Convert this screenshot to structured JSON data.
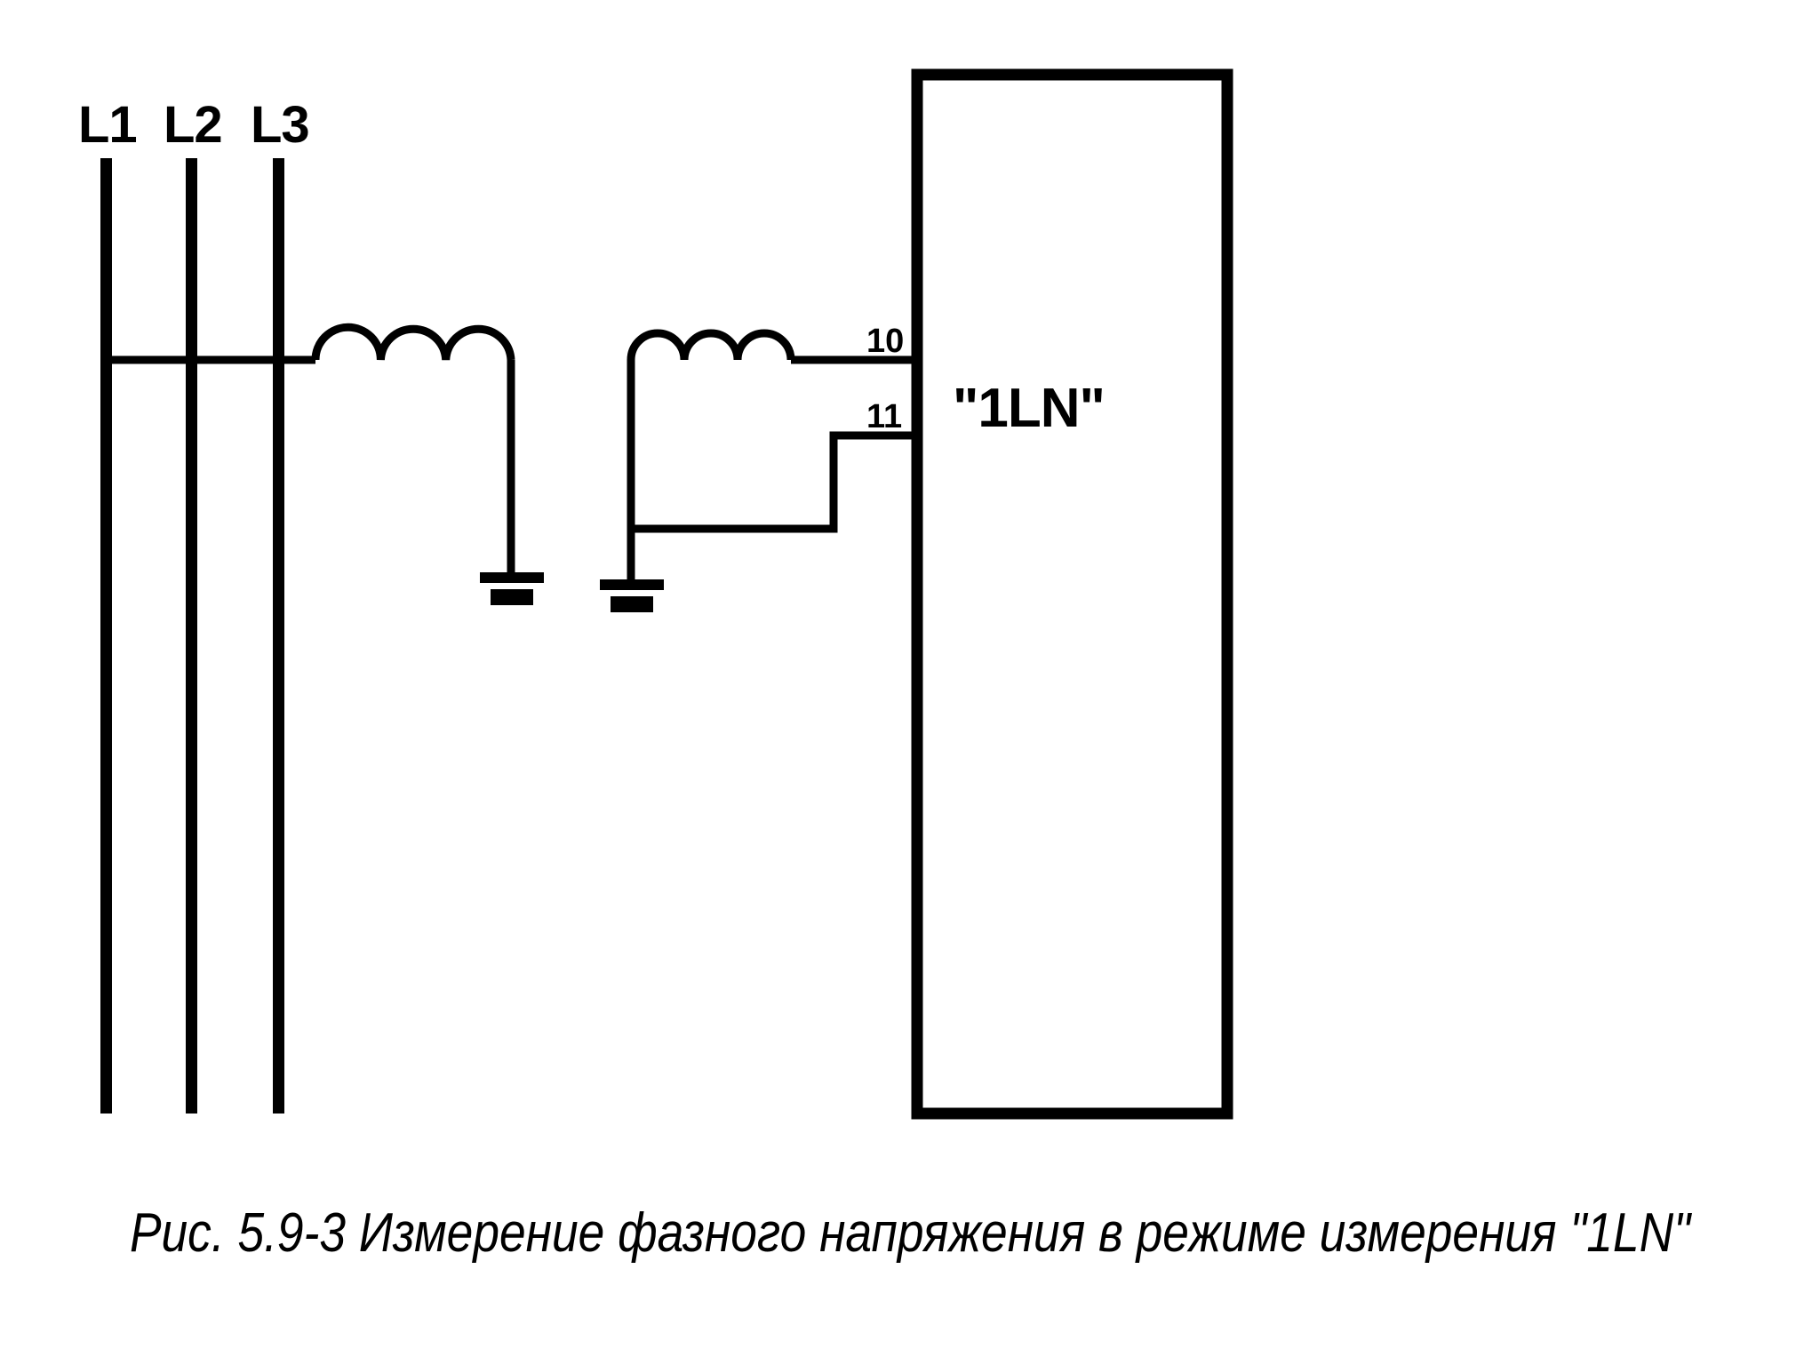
{
  "figure": {
    "caption": "Рис. 5.9-3 Измерение фазного напряжения в режиме измерения \"1LN\"",
    "background_color": "#ffffff",
    "line_color": "#000000"
  },
  "phases": [
    {
      "label": "L1",
      "tapped": true
    },
    {
      "label": "L2",
      "tapped": false
    },
    {
      "label": "L3",
      "tapped": false
    }
  ],
  "transformer": {
    "primary_winding": {
      "name": "primary-coil",
      "turns": 3,
      "grounded": true
    },
    "secondary_winding": {
      "name": "secondary-coil",
      "turns": 3,
      "grounded": true
    }
  },
  "terminals": [
    {
      "label": "10",
      "connects_to": "secondary-coil-right"
    },
    {
      "label": "11",
      "connects_to": "secondary-coil-left-ground-leg"
    }
  ],
  "device": {
    "label": "\"1LN\"",
    "name": "measuring-device-block"
  },
  "grounds": [
    {
      "name": "ground-primary"
    },
    {
      "name": "ground-secondary"
    }
  ],
  "chart_data": {
    "type": "diagram",
    "title": "Рис. 5.9-3 Измерение фазного напряжения в режиме измерения \"1LN\"",
    "nodes": [
      {
        "id": "L1",
        "type": "busbar",
        "label": "L1"
      },
      {
        "id": "L2",
        "type": "busbar",
        "label": "L2"
      },
      {
        "id": "L3",
        "type": "busbar",
        "label": "L3"
      },
      {
        "id": "primary-coil",
        "type": "winding",
        "turns": 3
      },
      {
        "id": "secondary-coil",
        "type": "winding",
        "turns": 3
      },
      {
        "id": "ground-primary",
        "type": "earth"
      },
      {
        "id": "ground-secondary",
        "type": "earth"
      },
      {
        "id": "terminal-10",
        "type": "terminal",
        "label": "10"
      },
      {
        "id": "terminal-11",
        "type": "terminal",
        "label": "11"
      },
      {
        "id": "device",
        "type": "block",
        "label": "\"1LN\""
      }
    ],
    "edges": [
      {
        "from": "L1",
        "to": "primary-coil"
      },
      {
        "from": "primary-coil",
        "to": "ground-primary"
      },
      {
        "from": "secondary-coil",
        "to": "terminal-10"
      },
      {
        "from": "secondary-coil",
        "to": "ground-secondary"
      },
      {
        "from": "ground-secondary",
        "to": "terminal-11"
      },
      {
        "from": "terminal-10",
        "to": "device"
      },
      {
        "from": "terminal-11",
        "to": "device"
      }
    ]
  }
}
